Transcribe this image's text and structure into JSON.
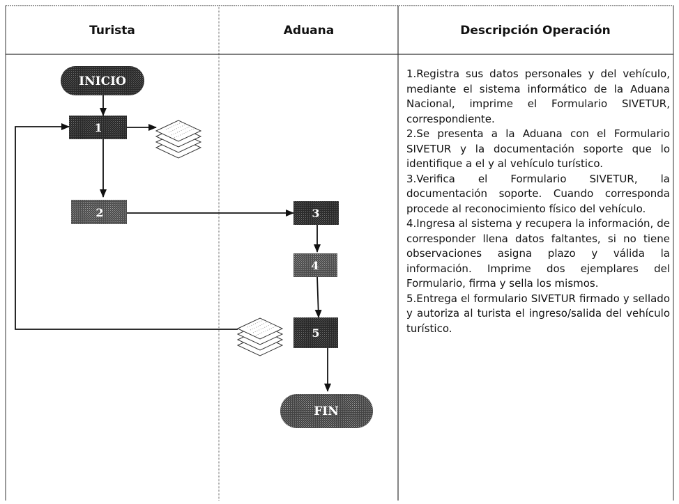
{
  "columns": [
    "Turista",
    "Aduana",
    "Descripción Operación"
  ],
  "nodes": {
    "inicio": "INICIO",
    "n1": "1",
    "n2": "2",
    "n3": "3",
    "n4": "4",
    "n5": "5",
    "fin": "FIN"
  },
  "steps": [
    "1.Registra sus datos personales y del vehículo, mediante el sistema informático de la Aduana Nacional, imprime el Formulario SIVETUR, correspondiente.",
    "2.Se presenta a la Aduana con el Formulario SIVETUR y la documentación soporte que lo identifique a el y al vehículo turístico.",
    "3.Verifica el Formulario SIVETUR, la documentación soporte. Cuando corresponda procede al reconocimiento físico del vehículo.",
    "4.Ingresa al sistema y recupera la información, de corresponder llena datos faltantes, si no tiene observaciones asigna plazo y válida la información. Imprime dos ejemplares del Formulario, firma y sella los mismos.",
    "5.Entrega el formulario SIVETUR firmado y sellado y autoriza al turista el ingreso/salida del vehículo turístico."
  ]
}
